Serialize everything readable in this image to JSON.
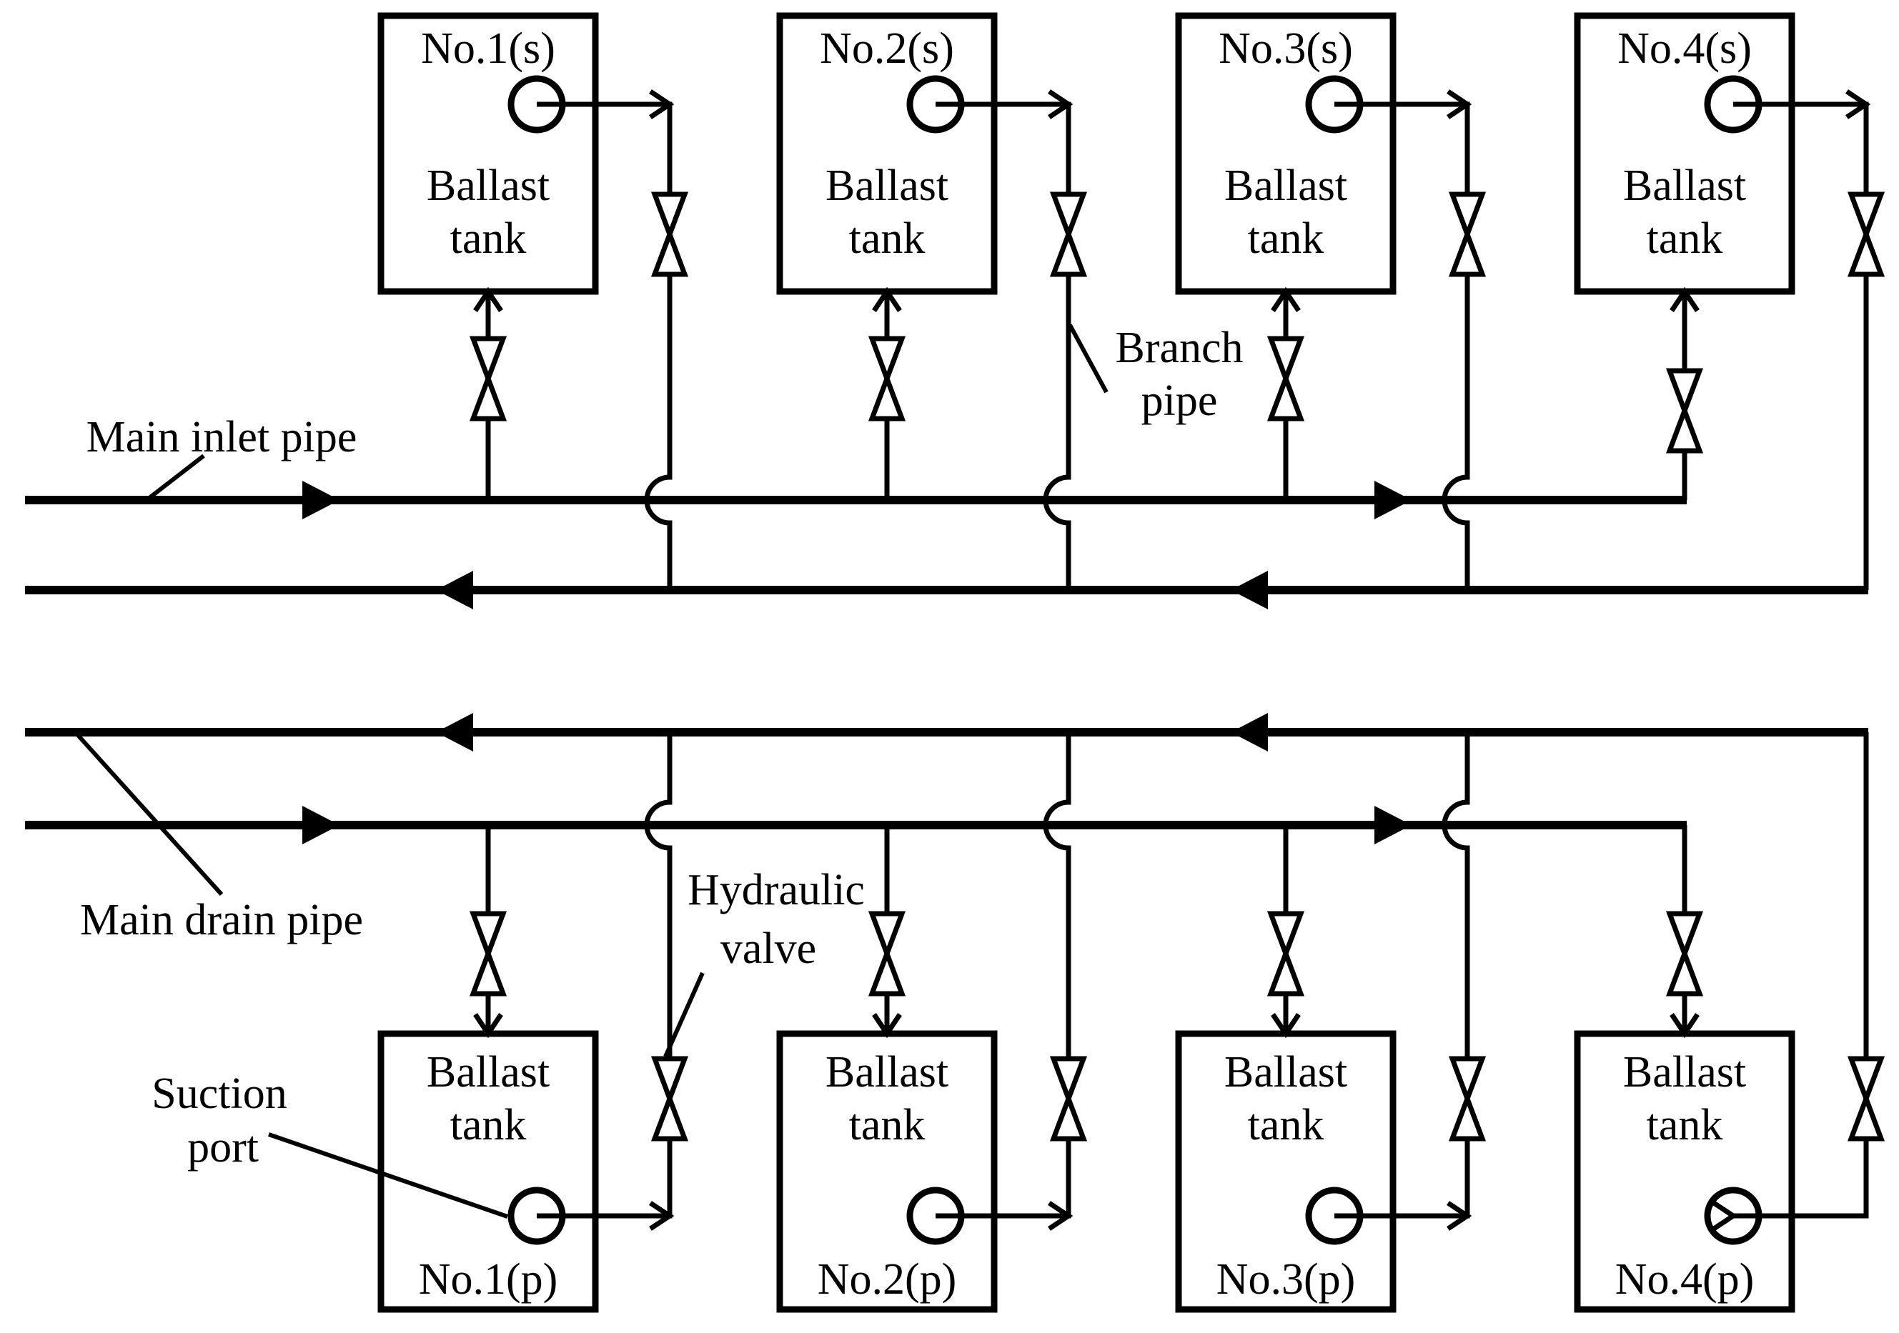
{
  "colors": {
    "line": "#000000",
    "background": "#ffffff"
  },
  "labels": {
    "main_inlet_pipe": "Main inlet pipe",
    "main_drain_pipe": "Main drain pipe",
    "branch_pipe": [
      "Branch",
      "pipe"
    ],
    "hydraulic_valve": [
      "Hydraulic",
      "valve"
    ],
    "suction_port": [
      "Suction",
      "port"
    ]
  },
  "tanks": {
    "top": [
      {
        "number": "No.1(s)",
        "name": [
          "Ballast",
          "tank"
        ]
      },
      {
        "number": "No.2(s)",
        "name": [
          "Ballast",
          "tank"
        ]
      },
      {
        "number": "No.3(s)",
        "name": [
          "Ballast",
          "tank"
        ]
      },
      {
        "number": "No.4(s)",
        "name": [
          "Ballast",
          "tank"
        ]
      }
    ],
    "bottom": [
      {
        "number": "No.1(p)",
        "name": [
          "Ballast",
          "tank"
        ]
      },
      {
        "number": "No.2(p)",
        "name": [
          "Ballast",
          "tank"
        ]
      },
      {
        "number": "No.3(p)",
        "name": [
          "Ballast",
          "tank"
        ]
      },
      {
        "number": "No.4(p)",
        "name": [
          "Ballast",
          "tank"
        ]
      }
    ]
  }
}
